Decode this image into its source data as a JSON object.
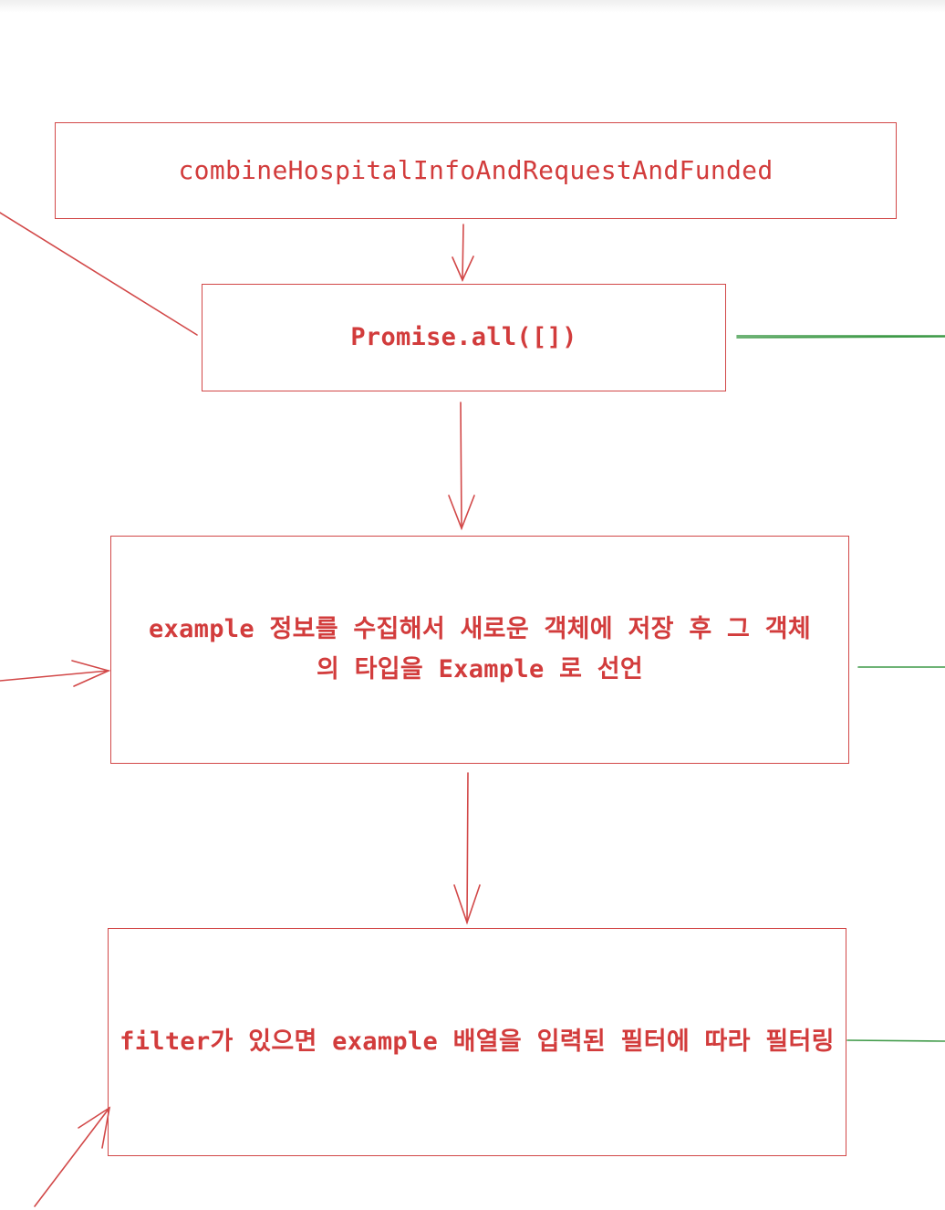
{
  "diagram": {
    "nodes": [
      {
        "id": "node-1",
        "label": "combineHospitalInfoAndRequestAndFunded"
      },
      {
        "id": "node-2",
        "label": "Promise.all([])"
      },
      {
        "id": "node-3",
        "label": "example 정보를 수집해서 새로운 객체에 저장 후 그 객체의 타입을 Example 로 선언"
      },
      {
        "id": "node-4",
        "label": "filter가 있으면 example 배열을 입력된 필터에 따라 필터링"
      }
    ],
    "edges": [
      {
        "from": "node-1",
        "to": "node-2",
        "color": "#d24848"
      },
      {
        "from": "node-2",
        "to": "node-3",
        "color": "#d24848"
      },
      {
        "from": "node-3",
        "to": "node-4",
        "color": "#d24848"
      }
    ],
    "colors": {
      "box_stroke": "#d24848",
      "text": "#d23c3c",
      "side_line_red": "#d24848",
      "side_line_green": "#3f9a48"
    }
  }
}
